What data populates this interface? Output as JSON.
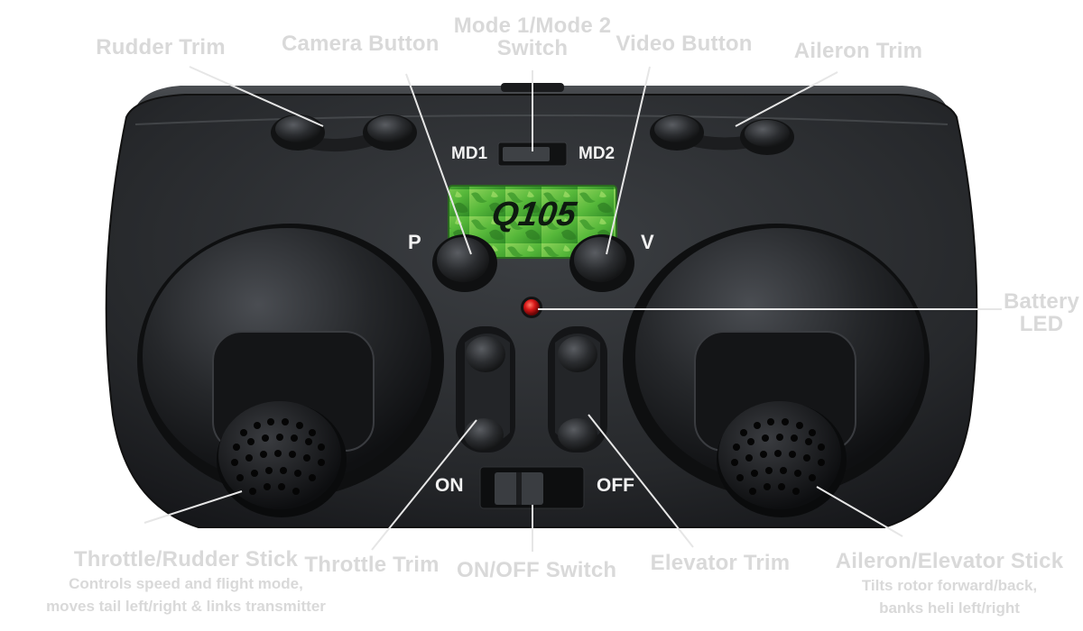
{
  "device": {
    "brand_logo": "Q105",
    "labels": {
      "md1": "MD1",
      "md2": "MD2",
      "p": "P",
      "v": "V",
      "on": "ON",
      "off": "OFF"
    }
  },
  "callouts": {
    "rudder_trim": {
      "title": "Rudder Trim"
    },
    "camera_button": {
      "title": "Camera Button"
    },
    "mode_switch": {
      "title_line1": "Mode 1/Mode 2",
      "title_line2": "Switch"
    },
    "video_button": {
      "title": "Video Button"
    },
    "aileron_trim": {
      "title": "Aileron Trim"
    },
    "battery_led": {
      "title_line1": "Battery",
      "title_line2": "LED"
    },
    "throttle_rudder_stick": {
      "title": "Throttle/Rudder Stick",
      "desc_line1": "Controls speed and flight mode,",
      "desc_line2": "moves tail left/right & links transmitter"
    },
    "throttle_trim": {
      "title": "Throttle Trim"
    },
    "onoff_switch": {
      "title": "ON/OFF Switch"
    },
    "elevator_trim": {
      "title": "Elevator Trim"
    },
    "aileron_elevator_stick": {
      "title": "Aileron/Elevator Stick",
      "desc_line1": "Tilts rotor forward/back,",
      "desc_line2": "banks heli left/right"
    }
  },
  "colors": {
    "body": "#2b2d30",
    "callout_text": "#d9d9d9",
    "leader_line": "#e2e2e2",
    "led": "#d81818",
    "logo_green": "#56b83a"
  }
}
